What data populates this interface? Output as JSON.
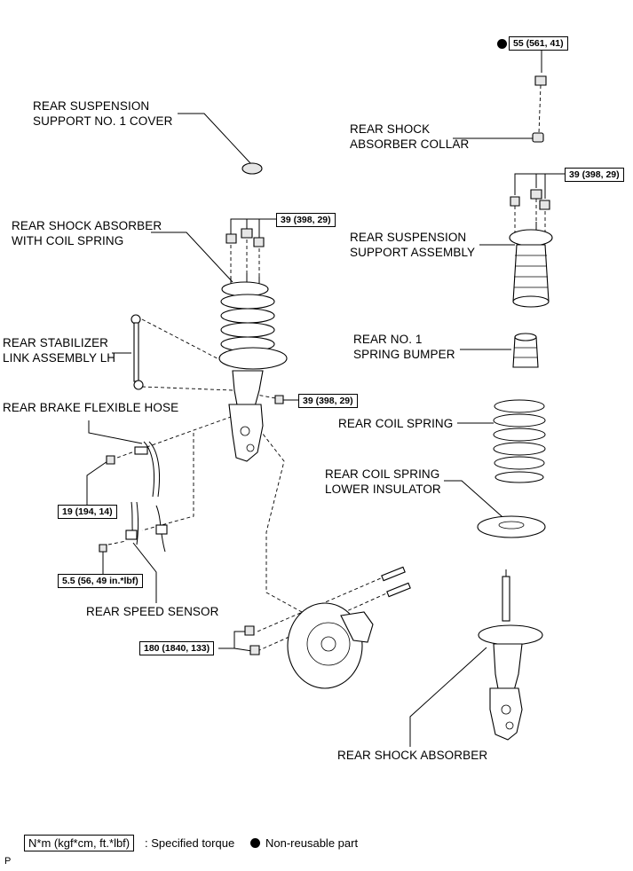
{
  "labels": {
    "cover": [
      "REAR SUSPENSION",
      "SUPPORT NO. 1 COVER"
    ],
    "collar": [
      "REAR SHOCK",
      "ABSORBER COLLAR"
    ],
    "absorber_with_spring": [
      "REAR SHOCK ABSORBER",
      "WITH COIL SPRING"
    ],
    "support_assembly": [
      "REAR SUSPENSION",
      "SUPPORT ASSEMBLY"
    ],
    "stabilizer_link": [
      "REAR STABILIZER",
      "LINK ASSEMBLY LH"
    ],
    "spring_bumper": [
      "REAR NO. 1",
      "SPRING BUMPER"
    ],
    "brake_hose": "REAR BRAKE FLEXIBLE HOSE",
    "coil_spring": "REAR COIL SPRING",
    "lower_insulator": [
      "REAR COIL SPRING",
      "LOWER INSULATOR"
    ],
    "speed_sensor": "REAR SPEED SENSOR",
    "shock_absorber": "REAR SHOCK ABSORBER"
  },
  "torques": {
    "top_nut": "55 (561, 41)",
    "support_nuts": "39 (398, 29)",
    "upper_nuts": "39 (398, 29)",
    "link_nut": "39 (398, 29)",
    "hose_bolt": "19 (194, 14)",
    "sensor_bolt": "5.5 (56, 49 in.*lbf)",
    "knuckle_bolts": "180 (1840, 133)"
  },
  "legend": {
    "unit_box": "N*m (kgf*cm, ft.*lbf)",
    "unit_desc": ": Specified torque",
    "nonreusable": "Non-reusable part"
  },
  "corner_code": "P"
}
